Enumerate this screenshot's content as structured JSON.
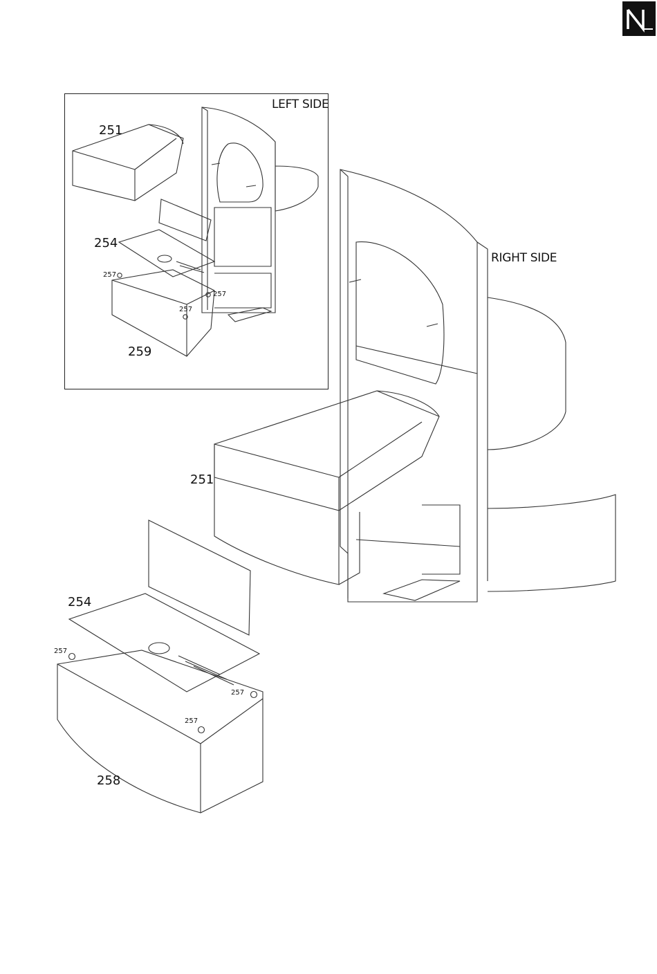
{
  "labels": {
    "inset_side": "LEFT SIDE",
    "main_side": "RIGHT SIDE",
    "inset_part_251": "251",
    "inset_part_254": "254",
    "inset_part_257_a": "257",
    "inset_part_257_b": "257",
    "inset_part_257_c": "257",
    "inset_part_259": "259",
    "main_part_251": "251",
    "main_part_254": "254",
    "main_part_257_a": "257",
    "main_part_257_b": "257",
    "main_part_257_c": "257",
    "main_part_258": "258"
  },
  "logo": {
    "icon": "nespresso-n-logo",
    "letter": "N"
  }
}
